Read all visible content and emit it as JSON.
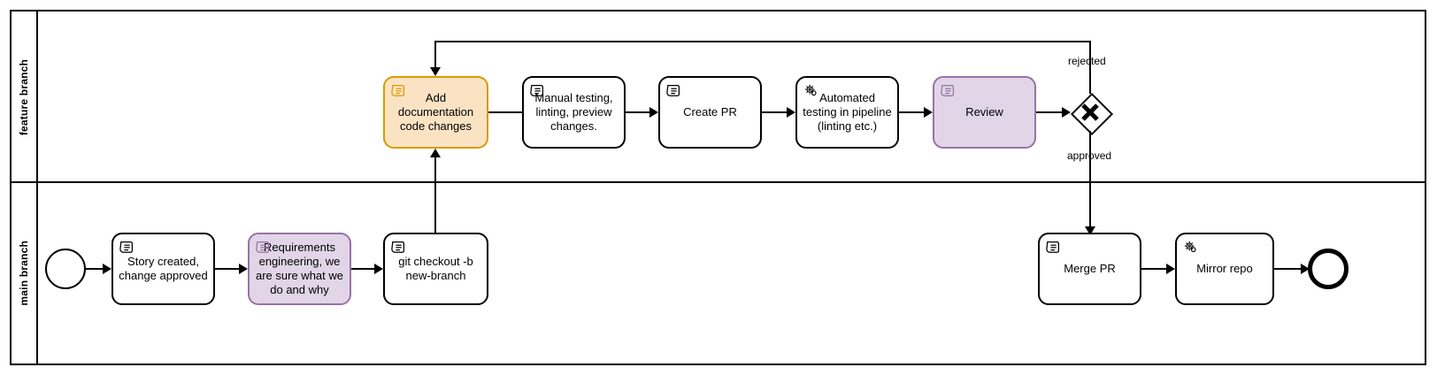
{
  "diagram": {
    "title": "feature branch / main branch development process",
    "type": "bpmn-process"
  },
  "colors": {
    "stroke": "#000000",
    "orange_fill": "#fae3c3",
    "orange_stroke": "#d79b00",
    "purple_fill": "#e1d5e7",
    "purple_stroke": "#9673a6",
    "background": "#ffffff"
  },
  "lanes": [
    {
      "id": "feature",
      "label": "feature branch"
    },
    {
      "id": "main",
      "label": "main branch"
    }
  ],
  "events": [
    {
      "id": "start",
      "type": "start-event",
      "lane": "main",
      "label": ""
    },
    {
      "id": "end",
      "type": "end-event",
      "lane": "main",
      "label": ""
    }
  ],
  "gateway": {
    "id": "review-gateway",
    "type": "exclusive-gateway",
    "lane": "feature",
    "label": "",
    "outgoing": [
      {
        "label": "rejected",
        "target": "add-documentation"
      },
      {
        "label": "approved",
        "target": "merge-pr"
      }
    ]
  },
  "tasks": [
    {
      "id": "story-created",
      "lane": "main",
      "label": "Story created, change approved",
      "icon": "manual-task-icon",
      "style": "default"
    },
    {
      "id": "requirements-engineering",
      "lane": "main",
      "label": "Requirements engineering, we are sure what we do and why",
      "icon": "manual-task-icon",
      "style": "purple"
    },
    {
      "id": "git-checkout",
      "lane": "main",
      "label": "git checkout -b new-branch",
      "icon": "manual-task-icon",
      "style": "default"
    },
    {
      "id": "add-documentation",
      "lane": "feature",
      "label": "Add documentation code changes",
      "icon": "manual-task-icon",
      "style": "orange"
    },
    {
      "id": "manual-testing",
      "lane": "feature",
      "label": "Manual testing, linting, preview changes.",
      "icon": "manual-task-icon",
      "style": "default"
    },
    {
      "id": "create-pr",
      "lane": "feature",
      "label": "Create PR",
      "icon": "manual-task-icon",
      "style": "default"
    },
    {
      "id": "automated-testing",
      "lane": "feature",
      "label": "Automated testing in pipeline (linting etc.)",
      "icon": "service-task-icon",
      "style": "default"
    },
    {
      "id": "review",
      "lane": "feature",
      "label": "Review",
      "icon": "manual-task-icon",
      "style": "purple"
    },
    {
      "id": "merge-pr",
      "lane": "main",
      "label": "Merge PR",
      "icon": "manual-task-icon",
      "style": "default"
    },
    {
      "id": "mirror-repo",
      "lane": "main",
      "label": "Mirror repo",
      "icon": "service-task-icon",
      "style": "default"
    }
  ],
  "flow_labels": {
    "rejected": "rejected",
    "approved": "approved"
  }
}
